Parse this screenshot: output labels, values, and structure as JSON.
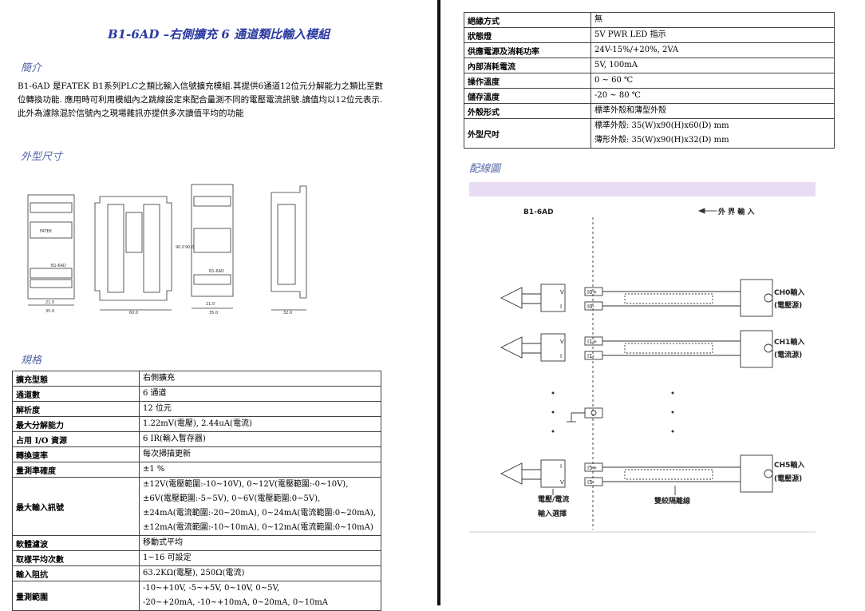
{
  "title": "B1-6AD –右側擴充 6 通道類比輸入模組",
  "intro": {
    "heading": "簡介",
    "lines": [
      "B1-6AD  是FATEK   B1系列PLC之類比輸入信號擴充模組.其提供6通道12位元分解能力之類比至數",
      "位轉換功能.  應用時可利用模組內之跳線設定來配合量測不同的電壓電流訊號.讀值均以12位元表示.",
      "此外為濾除混於信號內之現場雜訊亦提供多次讀值平均的功能"
    ]
  },
  "dimensions": {
    "heading": "外型尺寸",
    "labels": [
      "21.0",
      "35.0",
      "60.0",
      "21.0",
      "35.0",
      "32.0",
      "90.0",
      "90.0",
      "FATEK",
      "B1-6AD",
      "B1-6AD"
    ]
  },
  "spec_heading": "規格",
  "spec_rows": [
    {
      "k": "擴充型態",
      "v": [
        "右側擴充"
      ]
    },
    {
      "k": "通道數",
      "v": [
        "6  通道"
      ]
    },
    {
      "k": "解析度",
      "v": [
        "12  位元"
      ]
    },
    {
      "k": "最大分解能力",
      "v": [
        "1.22mV(電壓), 2.44uA(電流)"
      ]
    },
    {
      "k": "占用 I/O 資源",
      "v": [
        "6 IR(輸入暫存器)"
      ]
    },
    {
      "k": "轉換速率",
      "v": [
        "每次掃描更新"
      ]
    },
    {
      "k": "量測準確度",
      "v": [
        "±1 %"
      ]
    },
    {
      "k": "最大輸入訊號",
      "v": [
        "±12V(電壓範圍:-10~10V), 0~12V(電壓範圍:-0~10V),",
        "±6V(電壓範圍:-5~5V), 0~6V(電壓範圍:0~5V),",
        "±24mA(電流範圍:-20~20mA), 0~24mA(電流範圍:0~20mA),",
        "±12mA(電流範圍:-10~10mA), 0~12mA(電流範圍:0~10mA)"
      ]
    },
    {
      "k": "軟體濾波",
      "v": [
        "移動式平均"
      ]
    },
    {
      "k": "取樣平均次數",
      "v": [
        "1~16  可設定"
      ]
    },
    {
      "k": "輸入阻抗",
      "v": [
        "63.2KΩ(電壓), 250Ω(電流)"
      ]
    },
    {
      "k": "量測範圍",
      "v": [
        "-10~+10V, -5~+5V, 0~10V, 0~5V,",
        "-20~+20mA, -10~+10mA, 0~20mA, 0~10mA"
      ]
    }
  ],
  "right_rows": [
    {
      "k": "絕緣方式",
      "v": [
        "無"
      ]
    },
    {
      "k": "狀態燈",
      "v": [
        "5V PWR LED  指示"
      ]
    },
    {
      "k": "供應電源及消耗功率",
      "v": [
        "24V-15%/+20%, 2VA"
      ]
    },
    {
      "k": "內部消耗電流",
      "v": [
        "5V, 100mA"
      ]
    },
    {
      "k": "操作溫度",
      "v": [
        "0 ~ 60  ℃"
      ]
    },
    {
      "k": "儲存溫度",
      "v": [
        "-20 ~ 80  ℃"
      ]
    },
    {
      "k": "外殼形式",
      "v": [
        "標準外殼和薄型外殼"
      ]
    },
    {
      "k": "外型尺吋",
      "v": [
        "標準外殼: 35(W)x90(H)x60(D) mm",
        "薄形外殼: 35(W)x90(H)x32(D) mm"
      ]
    }
  ],
  "wiring": {
    "heading": "配線圖",
    "module": "B1-6AD",
    "external": "外 界 輸 入",
    "ch0": "CH0輸入",
    "ch0_src": "(電壓源)",
    "ch1": "CH1輸入",
    "ch1_src": "(電流源)",
    "ch5": "CH5輸入",
    "ch5_src": "(電壓源)",
    "t_i0p": "I0+",
    "t_i0m": "I0-",
    "t_i1p": "I1+",
    "t_i1m": "I1-",
    "t_i5p": "I5+",
    "t_i5m": "I5-",
    "sel1": "電壓/電流",
    "sel2": "輸入選擇",
    "twisted": "雙絞隔離線",
    "v": "V",
    "i": "I"
  }
}
